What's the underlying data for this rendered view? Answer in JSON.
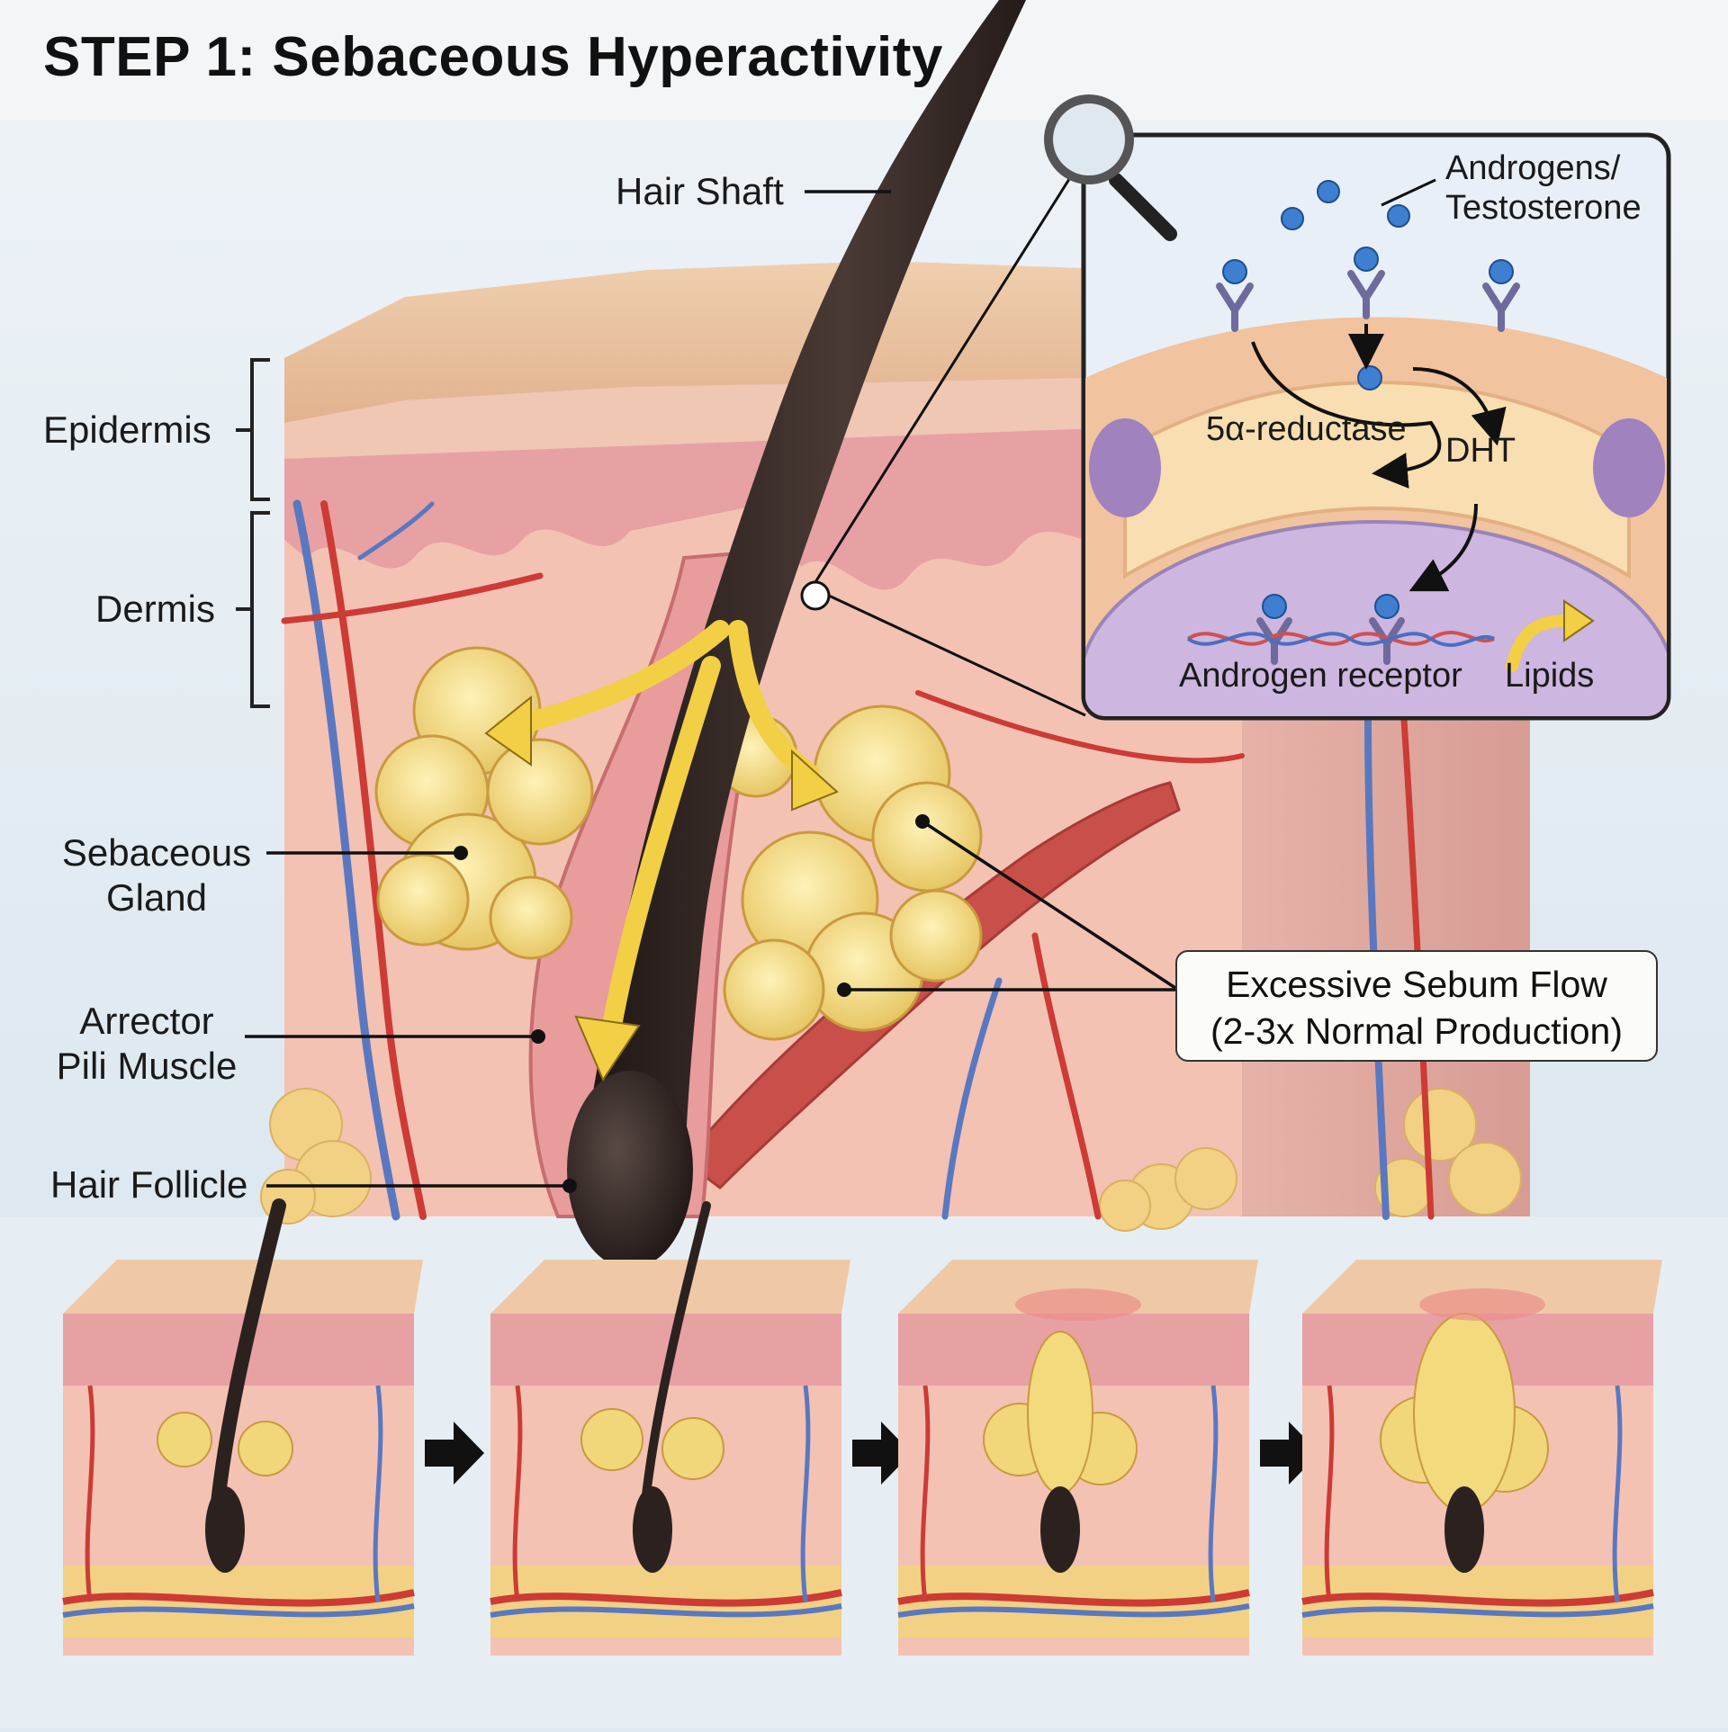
{
  "title": "STEP 1: Sebaceous Hyperactivity",
  "labels": {
    "hair_shaft": "Hair Shaft",
    "epidermis": "Epidermis",
    "dermis": "Dermis",
    "sebaceous_gland_line1": "Sebaceous",
    "sebaceous_gland_line2": "Gland",
    "arrector_line1": "Arrector",
    "arrector_line2": "Pili Muscle",
    "hair_follicle": "Hair Follicle"
  },
  "callout": {
    "line1": "Excessive Sebum Flow",
    "line2": "(2-3x Normal Production)"
  },
  "inset": {
    "androgens_line1": "Androgens/",
    "androgens_line2": "Testosterone",
    "enzyme": "5α-reductase",
    "dht": "DHT",
    "receptor": "Androgen receptor",
    "lipids": "Lipids"
  },
  "icons": [
    "magnifier-icon",
    "arrow-right-icon"
  ],
  "colors": {
    "skin": "#f4c7a3",
    "dermis": "#f2bfb2",
    "epidermis_pink": "#e9a0a3",
    "sebum": "#f1d77a",
    "hair": "#2b2220",
    "arrow_yellow": "#f2cf45",
    "vein": "#5a78c0",
    "artery": "#cc3b35",
    "nucleus": "#c9b2dc"
  }
}
